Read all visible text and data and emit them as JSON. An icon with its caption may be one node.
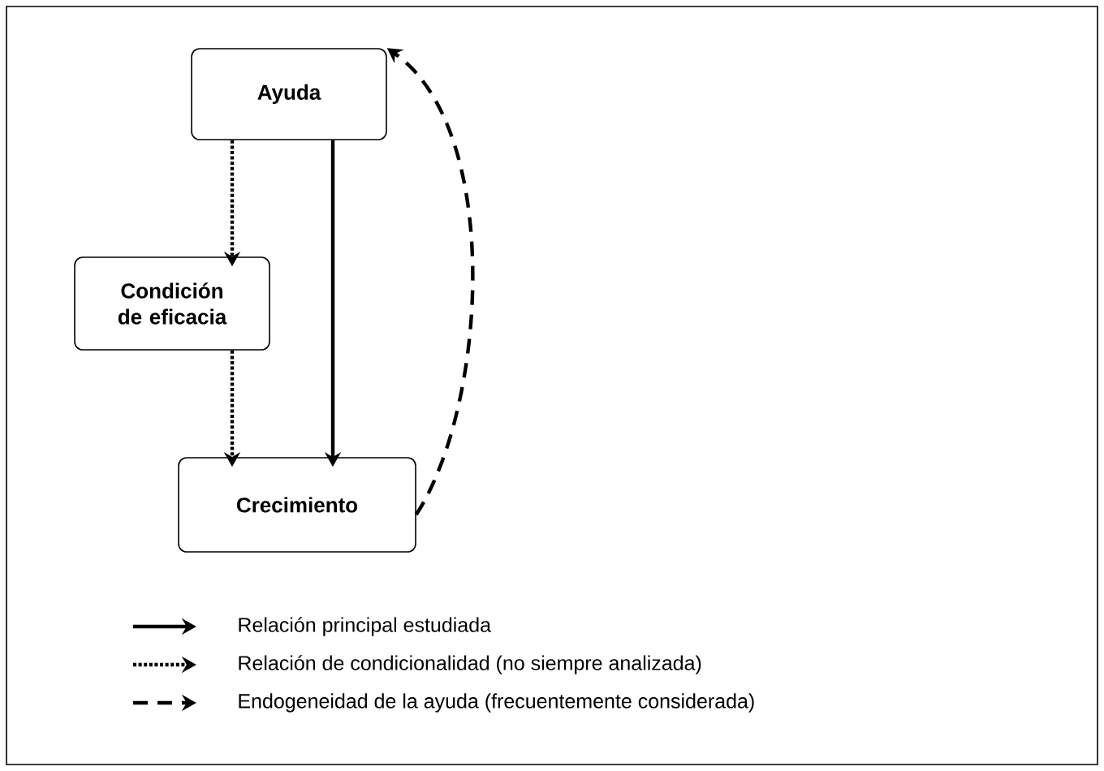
{
  "diagram": {
    "nodes": [
      {
        "text": [
          "Ayuda"
        ]
      },
      {
        "text": [
          "Condición de eficacia"
        ]
      },
      {
        "text": [
          "Crecimiento"
        ]
      }
    ],
    "edges": [
      {
        "from": 0,
        "to": 1,
        "arrow": "to",
        "style": "dashed"
      },
      {
        "from": 1,
        "to": 2,
        "arrow": "to",
        "style": "dashed"
      },
      {
        "from": 0,
        "to": 2,
        "arrow": "to"
      },
      {
        "from": 2,
        "to": 0,
        "arrow": "to",
        "style": "dashed"
      }
    ],
    "legend": [
      {
        "text": "Relación principal estudiada"
      },
      {
        "text": "Relación de condicionalidad (no siempre analizada)"
      },
      {
        "text": "Endogeneidad de la ayuda (frecuentemente considerada)"
      }
    ]
  }
}
